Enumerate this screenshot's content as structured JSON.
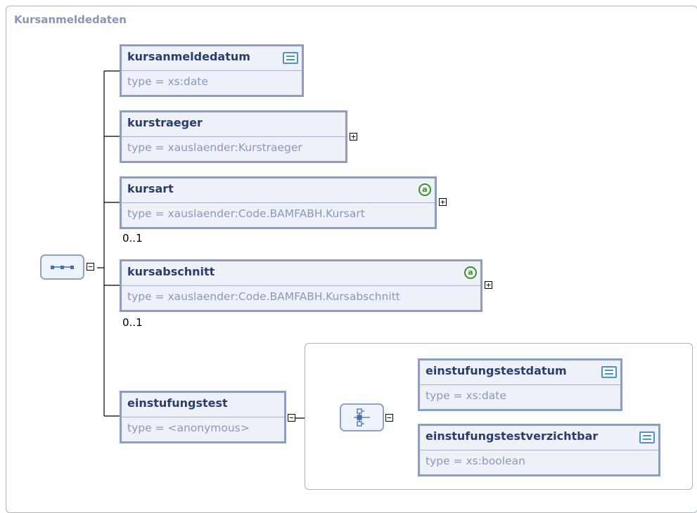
{
  "group_title": "Kursanmeldedaten",
  "elements": [
    {
      "name": "kursanmeldedatum",
      "type": "type = xs:date",
      "icon": "doc-icon",
      "occurrence": ""
    },
    {
      "name": "kurstraeger",
      "type": "type = xauslaender:Kurstraeger",
      "icon": "",
      "occurrence": ""
    },
    {
      "name": "kursart",
      "type": "type = xauslaender:Code.BAMFABH.Kursart",
      "icon": "attribute-icon",
      "occurrence": "0..1"
    },
    {
      "name": "kursabschnitt",
      "type": "type = xauslaender:Code.BAMFABH.Kursabschnitt",
      "icon": "attribute-icon",
      "occurrence": "0..1"
    },
    {
      "name": "einstufungstest",
      "type": "type = <anonymous>",
      "icon": "",
      "occurrence": ""
    }
  ],
  "children": [
    {
      "name": "einstufungstestdatum",
      "type": "type = xs:date",
      "icon": "doc-icon"
    },
    {
      "name": "einstufungstestverzichtbar",
      "type": "type = xs:boolean",
      "icon": "doc-icon"
    }
  ],
  "symbols": {
    "expand": "+",
    "collapse": "−",
    "attribute": "a"
  },
  "colors": {
    "box_border": "#8c9cc3",
    "box_fill": "#eef1f8",
    "name_text": "#2b3d6d",
    "type_text": "#8a99b7",
    "doc_icon": "#4a93d2",
    "attribute_icon": "#3d8d35"
  }
}
